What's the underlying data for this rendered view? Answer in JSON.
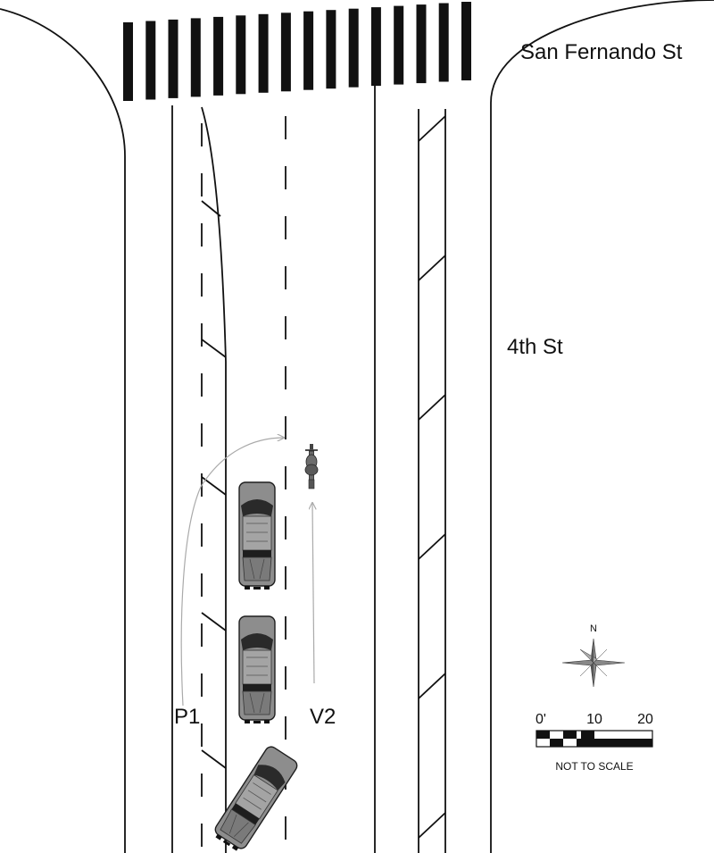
{
  "labels": {
    "street_cross": "San Fernando St",
    "street_main": "4th St",
    "pedestrian_path": "P1",
    "vehicle_path": "V2"
  },
  "scale_bar": {
    "ticks": [
      "0'",
      "10",
      "20"
    ],
    "note": "NOT TO SCALE"
  },
  "compass": {
    "north": "N"
  },
  "colors": {
    "line": "#111111",
    "path": "#aaaaaa",
    "vehicle": "#8d8d8d"
  }
}
